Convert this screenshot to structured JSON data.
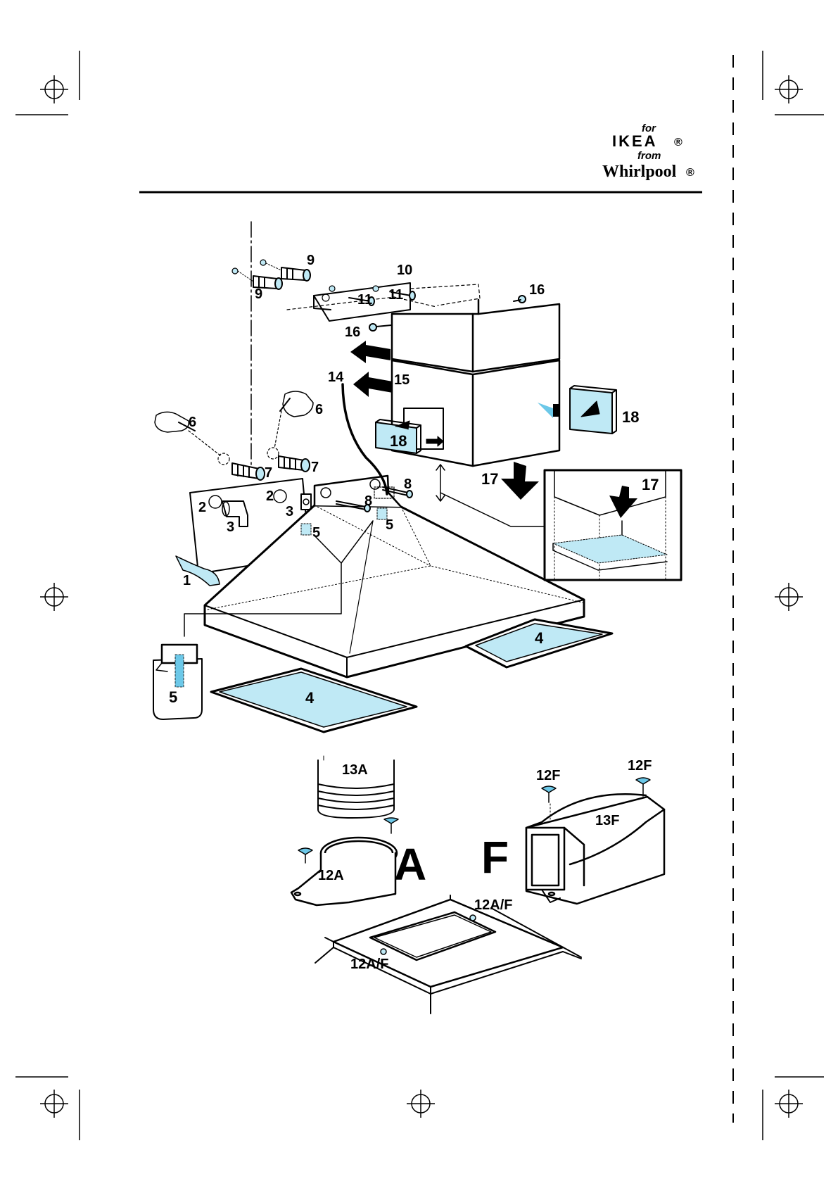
{
  "brand": {
    "for": "for",
    "ikea": "IKEA",
    "ikea_reg": "®",
    "from": "from",
    "whirlpool": "Whirlpool",
    "whirlpool_reg": "®"
  },
  "colors": {
    "accent_blue": "#bfe9f5",
    "arrow_blue": "#6cc8e8",
    "line": "#000000"
  },
  "labels": {
    "p1": "1",
    "p2a": "2",
    "p2b": "2",
    "p3a": "3",
    "p3b": "3",
    "p4a": "4",
    "p4b": "4",
    "p5a": "5",
    "p5b": "5",
    "p5c": "5",
    "p6a": "6",
    "p6b": "6",
    "p7a": "7",
    "p7b": "7",
    "p8a": "8",
    "p8b": "8",
    "p9a": "9",
    "p9b": "9",
    "p10": "10",
    "p11a": "11",
    "p11b": "11",
    "p14": "14",
    "p15": "15",
    "p16a": "16",
    "p16b": "16",
    "p17a": "17",
    "p17b": "17",
    "p18a": "18",
    "p18b": "18",
    "p13A": "13A",
    "p12A": "12A",
    "p12F_a": "12F",
    "p12F_b": "12F",
    "p13F": "13F",
    "p12AF_a": "12A/F",
    "p12AF_b": "12A/F",
    "bigA": "A",
    "bigF": "F"
  }
}
